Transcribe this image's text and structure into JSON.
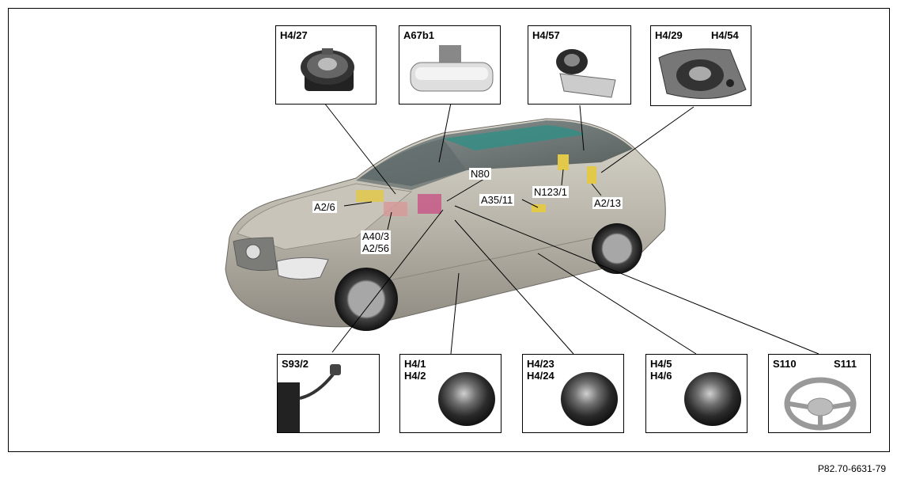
{
  "boxes": {
    "h4_27": "H4/27",
    "a67b1": "A67b1",
    "h4_57": "H4/57",
    "h4_29": "H4/29",
    "h4_54": "H4/54",
    "s93_2": "S93/2",
    "h4_1": "H4/1",
    "h4_2": "H4/2",
    "h4_23": "H4/23",
    "h4_24": "H4/24",
    "h4_5": "H4/5",
    "h4_6": "H4/6",
    "s110": "S110",
    "s111": "S111"
  },
  "callouts": {
    "n80": "N80",
    "a2_6": "A2/6",
    "a35_11": "A35/11",
    "n123_1": "N123/1",
    "a2_13": "A2/13",
    "a40_3": "A40/3",
    "a2_56": "A2/56"
  },
  "reference": "P82.70-6631-79"
}
